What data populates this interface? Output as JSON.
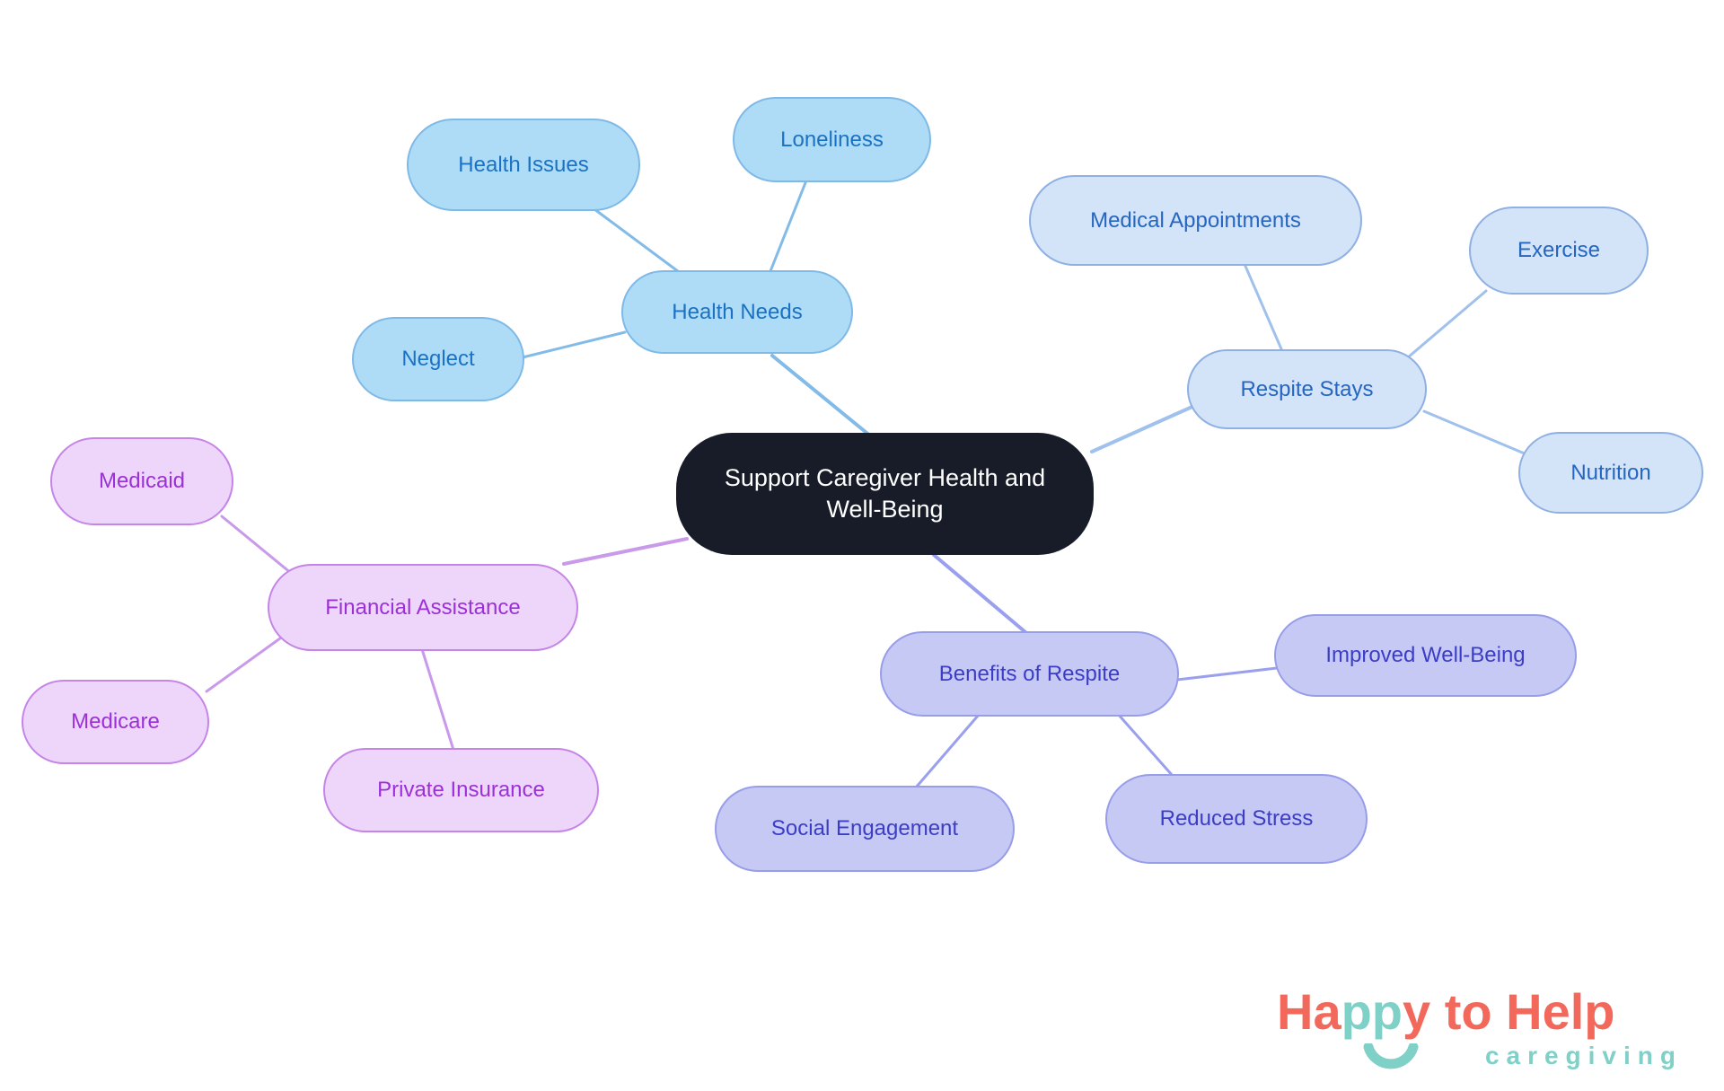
{
  "center": {
    "label": "Support Caregiver Health and Well-Being",
    "bg": "#171c28",
    "text_color": "#ffffff"
  },
  "branches": [
    {
      "id": "health-needs",
      "label": "Health Needs",
      "fill": "#aedcf6",
      "border": "#7fb9e7",
      "text": "#1b72c2",
      "line": "#82bbe8",
      "children": [
        {
          "id": "health-issues",
          "label": "Health Issues"
        },
        {
          "id": "loneliness",
          "label": "Loneliness"
        },
        {
          "id": "neglect",
          "label": "Neglect"
        }
      ]
    },
    {
      "id": "respite-stays",
      "label": "Respite Stays",
      "fill": "#d3e3f8",
      "border": "#8fb0e2",
      "text": "#2466c1",
      "line": "#9fc1ec",
      "children": [
        {
          "id": "medical-appointments",
          "label": "Medical Appointments"
        },
        {
          "id": "exercise",
          "label": "Exercise"
        },
        {
          "id": "nutrition",
          "label": "Nutrition"
        }
      ]
    },
    {
      "id": "financial-assistance",
      "label": "Financial Assistance",
      "fill": "#edd6f9",
      "border": "#c584e7",
      "text": "#9c30d8",
      "line": "#c99ae9",
      "children": [
        {
          "id": "medicaid",
          "label": "Medicaid"
        },
        {
          "id": "medicare",
          "label": "Medicare"
        },
        {
          "id": "private-insurance",
          "label": "Private Insurance"
        }
      ]
    },
    {
      "id": "benefits-of-respite",
      "label": "Benefits of Respite",
      "fill": "#c7c9f5",
      "border": "#979de9",
      "text": "#3b3dc6",
      "line": "#9aa0ed",
      "children": [
        {
          "id": "improved-well-being",
          "label": "Improved Well-Being"
        },
        {
          "id": "social-engagement",
          "label": "Social Engagement"
        },
        {
          "id": "reduced-stress",
          "label": "Reduced Stress"
        }
      ]
    }
  ],
  "logo": {
    "part1": "Ha",
    "part2": "pp",
    "part3": "y to Help",
    "subtitle": "caregiving",
    "coral": "#f2695c",
    "teal": "#7fd0c7"
  }
}
